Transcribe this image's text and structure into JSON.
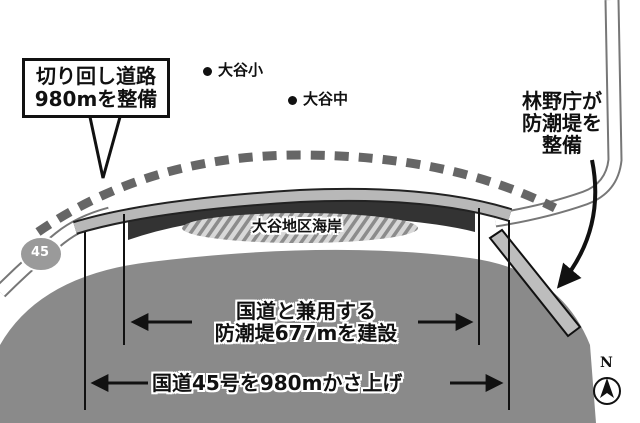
{
  "callout": {
    "line1": "切り回し道路",
    "line2": "980mを整備"
  },
  "schools": {
    "elementary": "大谷小",
    "junior_high": "大谷中"
  },
  "agency": {
    "line1": "林野庁が",
    "line2": "防潮堤を",
    "line3": "整備"
  },
  "district": "大谷地区海岸",
  "route_shield": "45",
  "dual_use": {
    "line1": "国道と兼用する",
    "line2": "防潮堤677mを建設"
  },
  "raise": "国道45号を980mかさ上げ",
  "north": "N",
  "colors": {
    "sea": "#8a8a8a",
    "road": "#b8b8b8",
    "wall": "#333333",
    "beach_hatch": "#9a9a9a",
    "ink": "#111111"
  }
}
